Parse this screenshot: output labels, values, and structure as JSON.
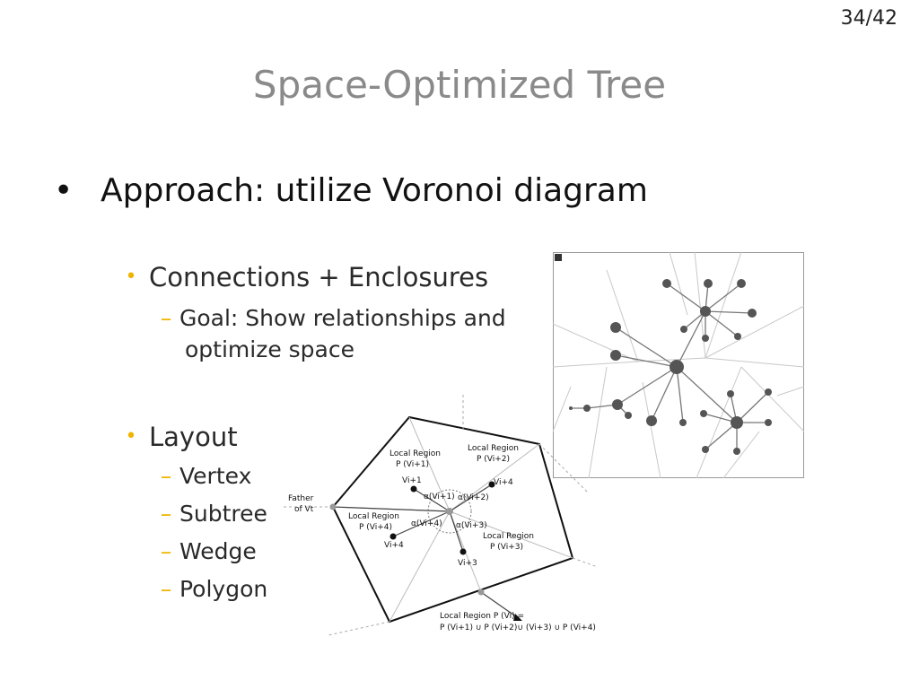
{
  "slide": {
    "page_number": "34/42",
    "title": "Space-Optimized Tree",
    "bullet_symbol": "•",
    "bullet_text": "Approach: utilize Voronoi diagram"
  },
  "figure_text": {
    "connections": "Connections + Enclosures",
    "goal_line1": "Goal: Show relationships and",
    "goal_line2": "optimize space",
    "layout": "Layout",
    "layout_items": [
      "Vertex",
      "Subtree",
      "Wedge",
      "Polygon"
    ],
    "dash": "–",
    "dot": "•",
    "diagram": {
      "father": "Father",
      "of_vt": "of Vt",
      "local_region": "Local Region",
      "p_v_i1": "P (Vi+1)",
      "p_v_i2": "P (Vi+2)",
      "p_v_i3": "P (Vi+3)",
      "p_v_i4": "P (Vi+4)",
      "v_i1": "Vi+1",
      "v_i2": "Vi+4",
      "v_i3": "Vi+3",
      "v_i4": "Vi+4",
      "alpha1": "α(Vi+1)",
      "alpha2": "α(Vi+2)",
      "alpha3": "α(Vi+3)",
      "alpha4": "α(Vi+4)",
      "union_line1": "Local Region P (Vi) =",
      "union_line2": "P (Vi+1) ∪ P (Vi+2)∪ (Vi+3) ∪ P (Vi+4)"
    }
  }
}
